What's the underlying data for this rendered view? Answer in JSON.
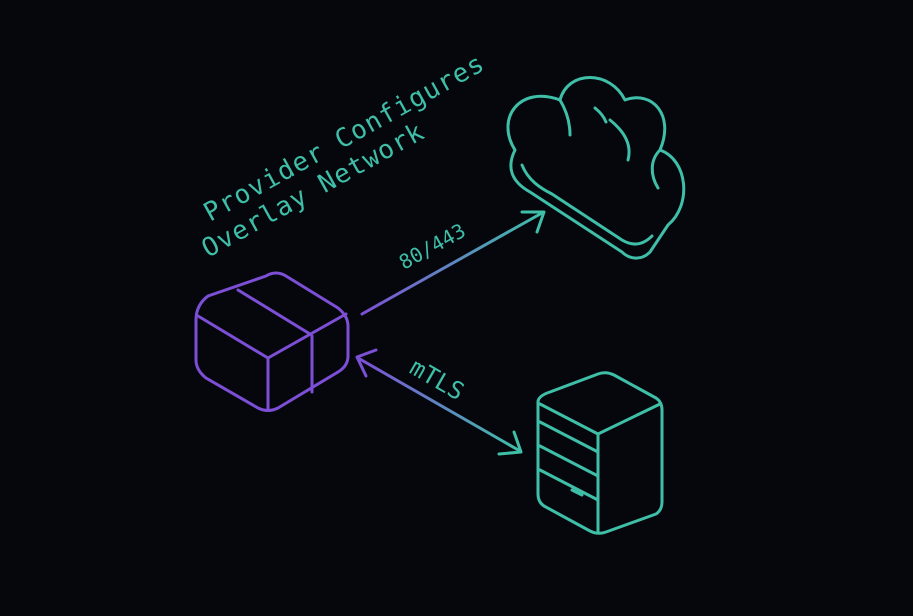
{
  "diagram": {
    "title_line1": "Provider Configures",
    "title_line2": "Overlay Network",
    "edge_upper_label": "80/443",
    "edge_lower_label": "mTLS"
  },
  "nodes": {
    "box": {
      "icon": "box-icon"
    },
    "cloud": {
      "icon": "cloud-icon"
    },
    "server": {
      "icon": "server-icon"
    }
  },
  "colors": {
    "background": "#05070d",
    "teal": "#3fbfa8",
    "purple": "#7d4fd6",
    "text": "#3fbfa8"
  }
}
